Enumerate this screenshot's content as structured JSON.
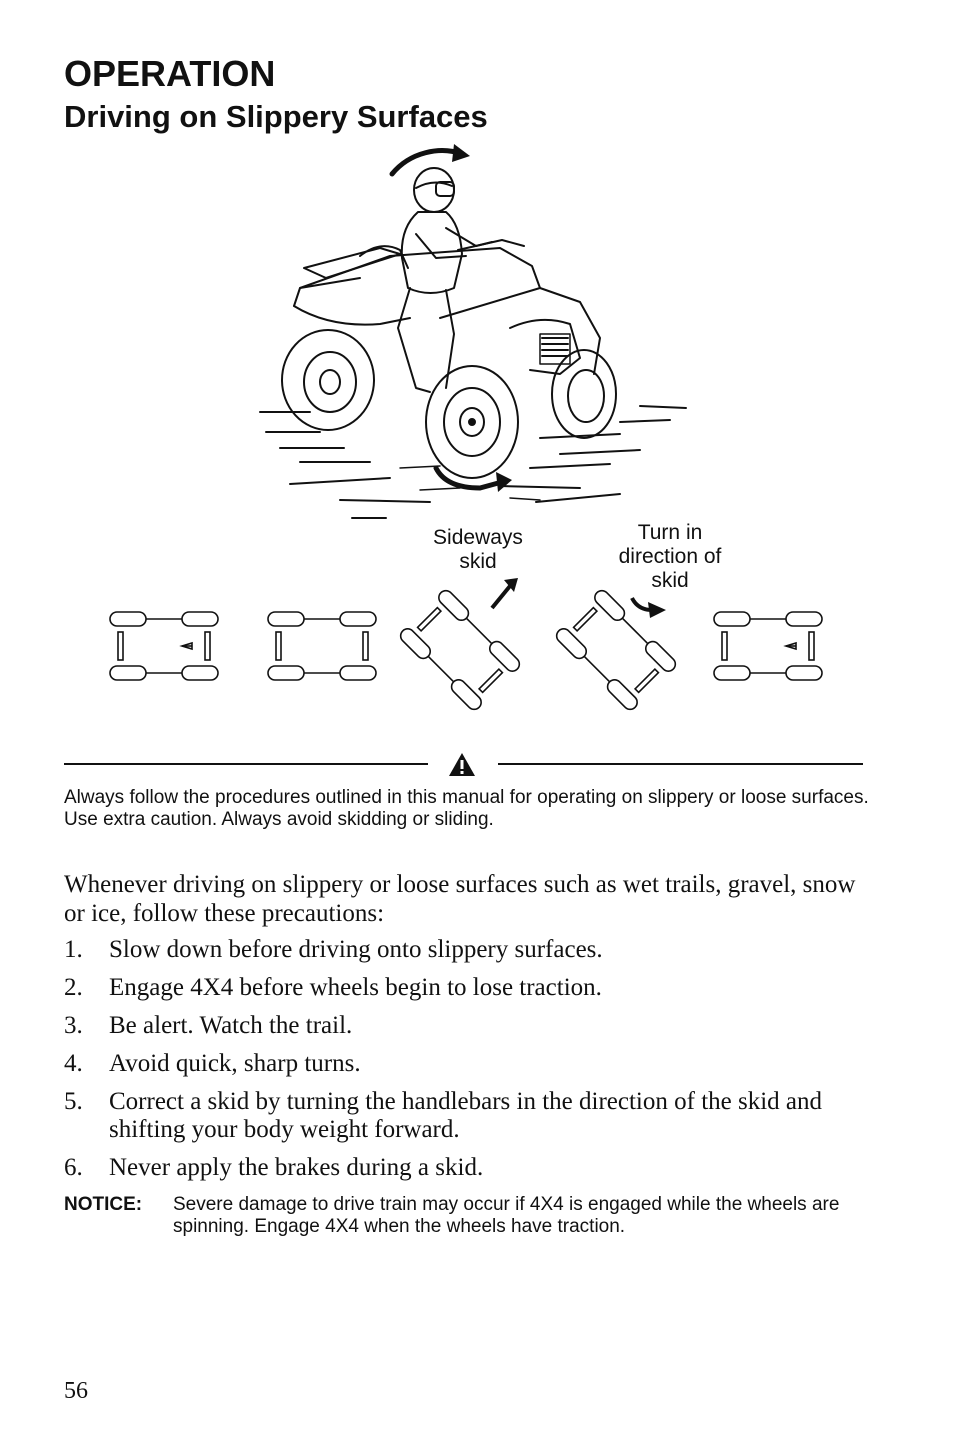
{
  "header": {
    "section": "OPERATION",
    "title": "Driving on Slippery Surfaces"
  },
  "figure": {
    "callout_sideways": "Sideways\nskid",
    "callout_turn": "Turn in\ndirection of\nskid",
    "icons": [
      "atv-rider-illustration",
      "rotation-arrow-icon",
      "vehicle-top-view-icon",
      "direction-arrow-icon",
      "curved-turn-arrow-icon"
    ]
  },
  "warning": {
    "icon": "warning-triangle-icon",
    "text": "Always follow the procedures outlined in this manual for operating on slippery or loose surfaces. Use extra caution. Always avoid skidding or sliding."
  },
  "body": {
    "intro": "Whenever driving on slippery or loose surfaces such as wet trails, gravel, snow or ice, follow these precautions:",
    "steps": [
      {
        "num": "1.",
        "text": "Slow down before driving onto slippery surfaces."
      },
      {
        "num": "2.",
        "text": "Engage 4X4 before wheels begin to lose traction."
      },
      {
        "num": "3.",
        "text": "Be alert. Watch the trail."
      },
      {
        "num": "4.",
        "text": "Avoid quick, sharp turns."
      },
      {
        "num": "5.",
        "text": "Correct a skid by turning the handlebars in the direction of the skid and shifting your body weight forward."
      },
      {
        "num": "6.",
        "text": "Never apply the brakes during a skid."
      }
    ]
  },
  "notice": {
    "label": "NOTICE:",
    "text": "Severe damage to drive train may occur if 4X4 is engaged while the wheels are spinning. Engage 4X4 when the wheels have traction."
  },
  "footer": {
    "page_number": "56"
  }
}
